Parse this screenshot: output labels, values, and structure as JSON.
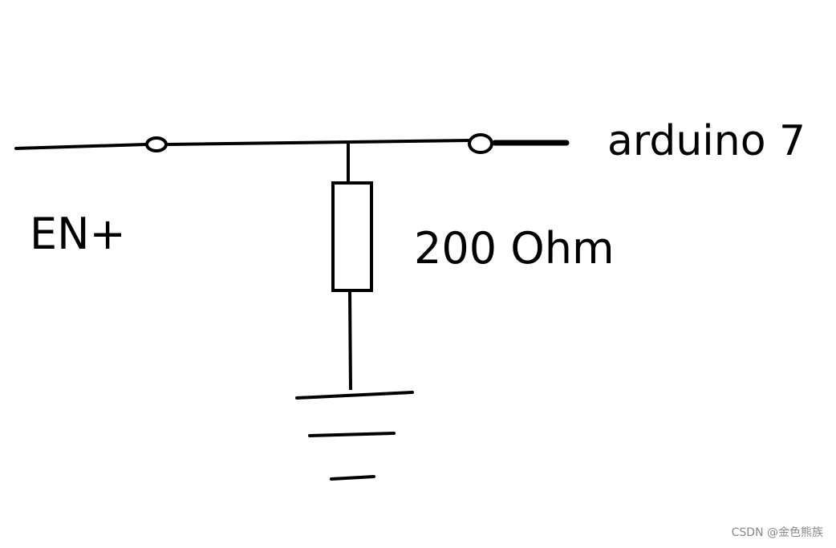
{
  "diagram": {
    "labels": {
      "input": "EN+",
      "output": "arduino 7",
      "resistor_value": "200 Ohm"
    },
    "components": {
      "resistor": "resistor",
      "ground": "ground",
      "input_terminal": "terminal",
      "output_terminal": "terminal"
    },
    "colors": {
      "stroke": "#000000",
      "background": "#ffffff",
      "watermark": "#888888"
    }
  },
  "watermark": {
    "text": "CSDN @金色熊族"
  }
}
